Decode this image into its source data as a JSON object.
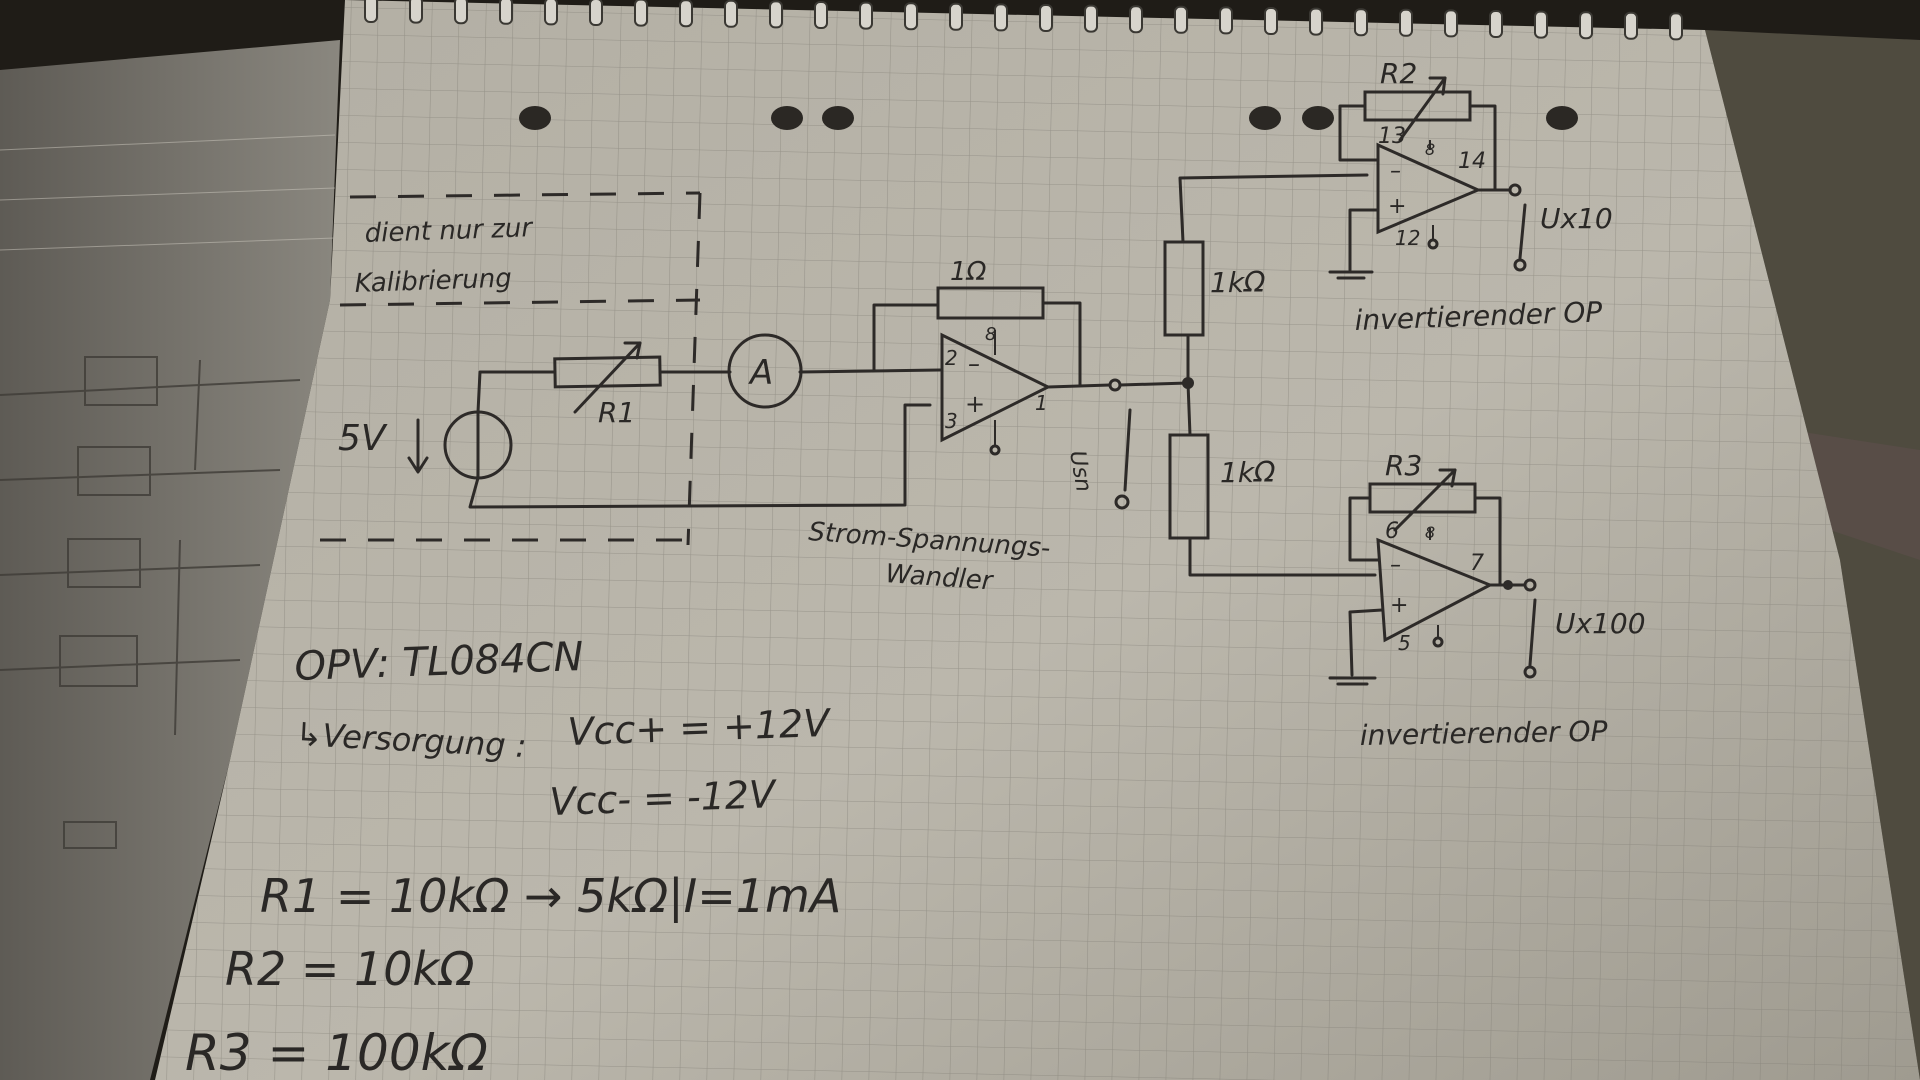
{
  "note_box_label": [
    "dient nur zur",
    "Kalibrierung"
  ],
  "source_label": "5V",
  "ammeter_label": "A",
  "r1_label": "R1",
  "shunt_label": "1Ω",
  "opamp1_pins": {
    "inv": "2",
    "noninv": "3",
    "out": "1",
    "supply": "8",
    "minus": "–",
    "plus": "+"
  },
  "converter_label": [
    "Strom-Spannungs-",
    "Wandler"
  ],
  "usn_label": "Usn",
  "divider_top_label": "1kΩ",
  "divider_bottom_label": "1kΩ",
  "opamp2": {
    "r_label": "R2",
    "pin_inv": "13",
    "pin_out": "14",
    "pin_noninv": "12",
    "pin_supply": "8",
    "minus": "–",
    "plus": "+",
    "out_label": "Ux10",
    "caption": "invertierender OP"
  },
  "opamp3": {
    "r_label": "R3",
    "pin_inv": "6",
    "pin_out": "7",
    "pin_noninv": "5",
    "pin_supply": "8",
    "minus": "–",
    "plus": "+",
    "out_label": "Ux100",
    "caption": "invertierender OP"
  },
  "notes": {
    "opv": "OPV: TL084CN",
    "supply_label": "↳Versorgung :",
    "vcc_plus": "Vcc+ = +12V",
    "vcc_minus": "Vcc- = -12V",
    "r1_value": "R1 = 10kΩ → 5kΩ|I=1mA",
    "r2_value": "R2 = 10kΩ",
    "r3_value": "R3 = 100kΩ"
  },
  "colors": {
    "paper": "#b9b5aa",
    "ink": "#2d2a28",
    "desk": "#1f1c17"
  }
}
